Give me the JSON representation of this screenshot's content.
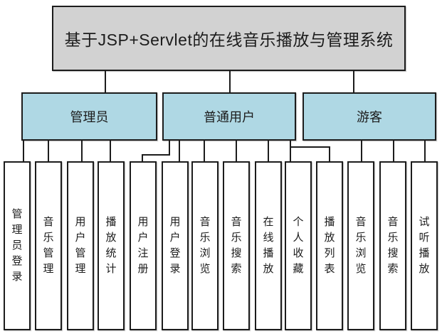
{
  "diagram": {
    "title": "基于JSP+Servlet的在线音乐播放与管理系统",
    "colors": {
      "root_fill": "#d2d2d2",
      "role_fill": "#afd8e4",
      "leaf_fill": "#ffffff",
      "line_and_border": "#1c1c1c",
      "background": "#ffffff"
    },
    "roles": [
      {
        "id": "admin",
        "label": "管理员"
      },
      {
        "id": "user",
        "label": "普通用户"
      },
      {
        "id": "guest",
        "label": "游客"
      }
    ],
    "functions": [
      {
        "parent": "admin",
        "label": "管理员登录"
      },
      {
        "parent": "admin",
        "label": "音乐管理"
      },
      {
        "parent": "admin",
        "label": "用户管理"
      },
      {
        "parent": "admin",
        "label": "播放统计"
      },
      {
        "parent": "user",
        "label": "用户注册"
      },
      {
        "parent": "user",
        "label": "用户登录"
      },
      {
        "parent": "user",
        "label": "音乐浏览"
      },
      {
        "parent": "user",
        "label": "音乐搜索"
      },
      {
        "parent": "user",
        "label": "在线播放"
      },
      {
        "parent": "user",
        "label": "个人收藏"
      },
      {
        "parent": "user",
        "label": "播放列表"
      },
      {
        "parent": "guest",
        "label": "音乐浏览"
      },
      {
        "parent": "guest",
        "label": "音乐搜索"
      },
      {
        "parent": "guest",
        "label": "试听播放"
      }
    ]
  }
}
